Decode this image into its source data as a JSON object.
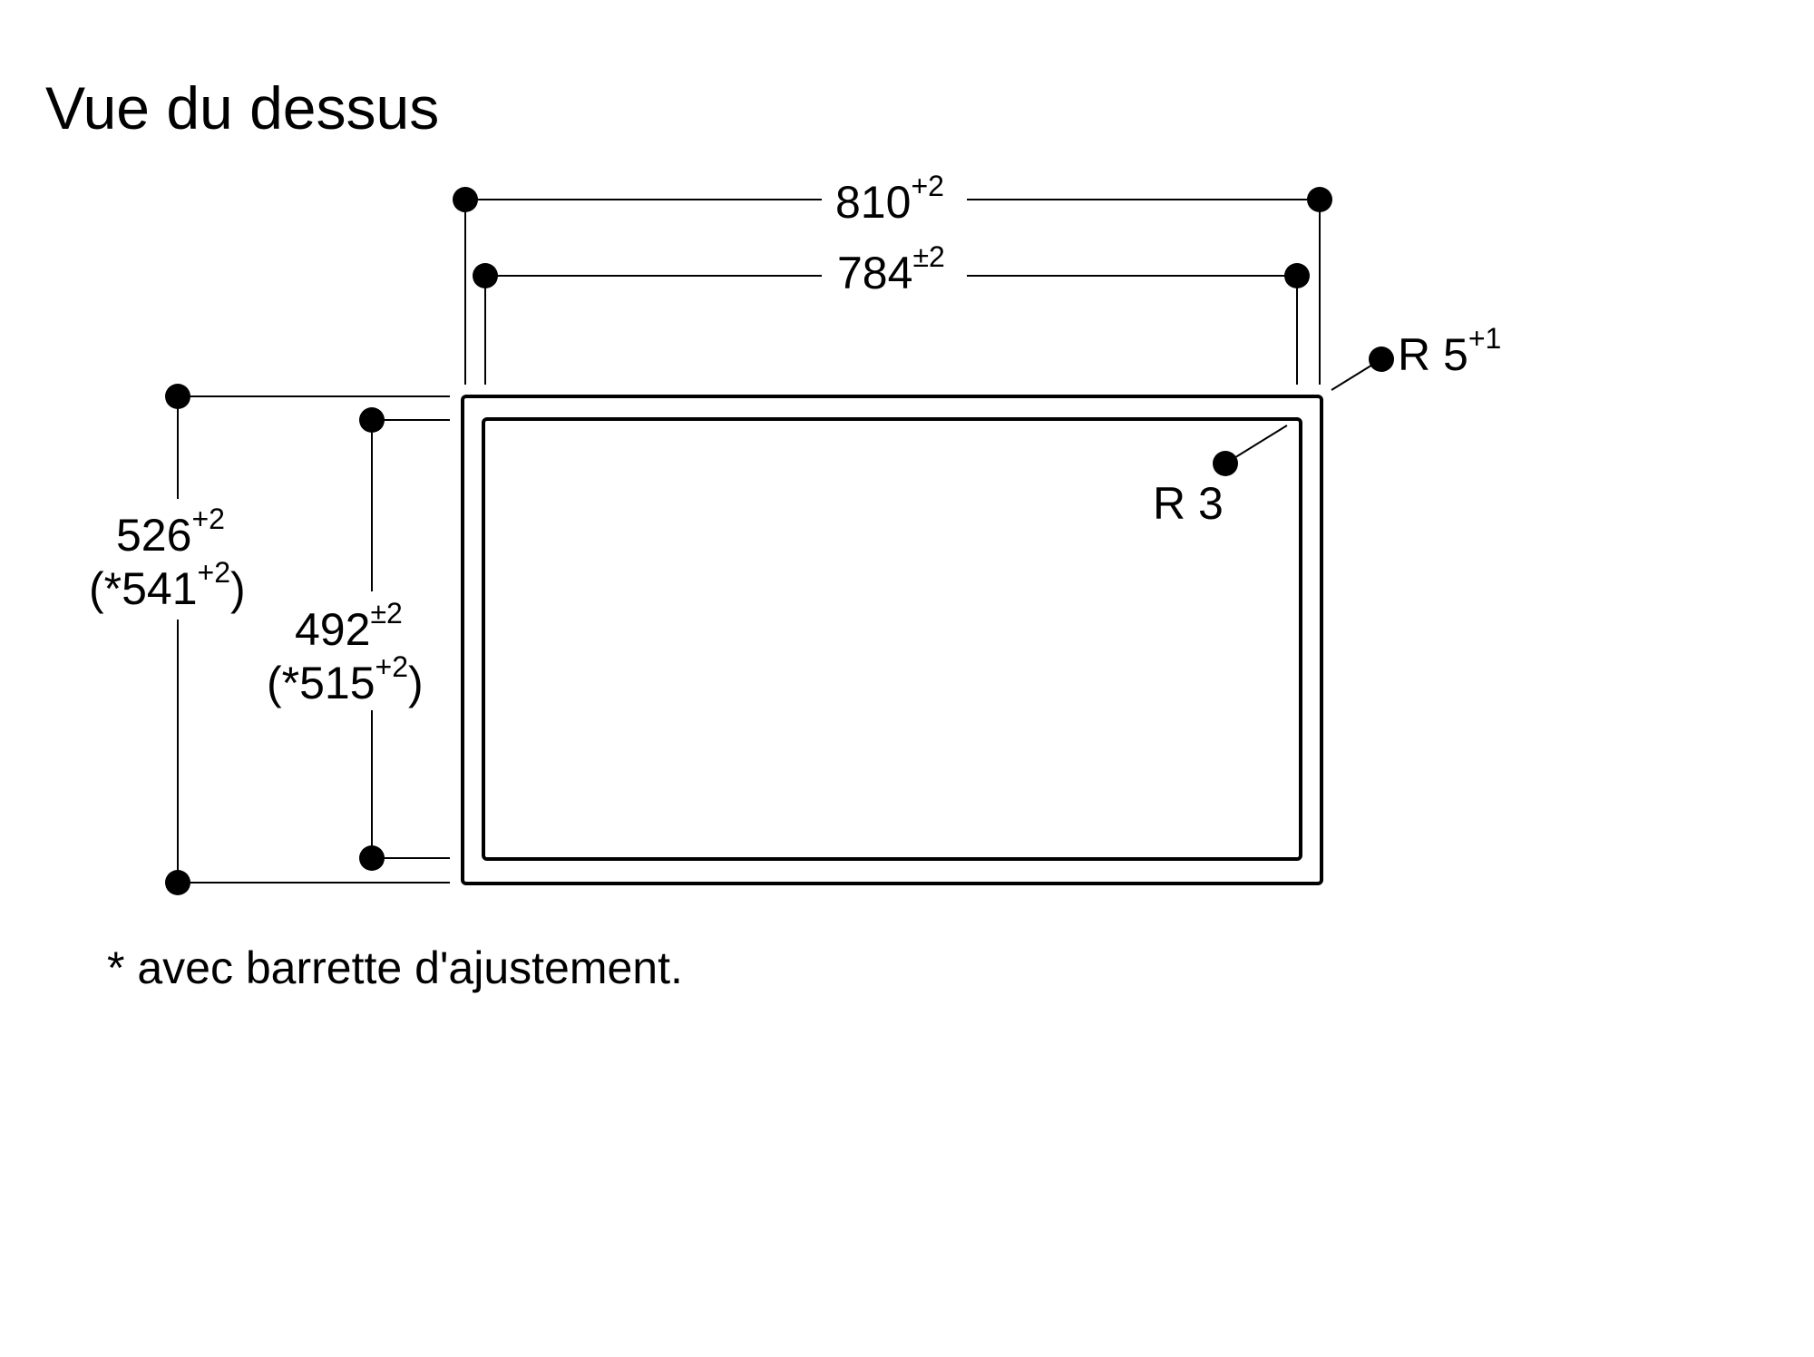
{
  "title": "Vue du dessus",
  "dimensions": {
    "outer_width": {
      "value": "810",
      "tol": "+2"
    },
    "inner_width": {
      "value": "784",
      "tol": "±2"
    },
    "outer_depth": {
      "value": "526",
      "tol": "+2",
      "alt_value": "(*541",
      "alt_tol": "+2",
      "alt_close": ")"
    },
    "inner_depth": {
      "value": "492",
      "tol": "±2",
      "alt_value": "(*515",
      "alt_tol": "+2",
      "alt_close": ")"
    },
    "outer_radius": {
      "value": "R 5",
      "tol": "+1"
    },
    "inner_radius": {
      "value": "R 3"
    }
  },
  "footnote": "* avec barrette d'ajustement."
}
